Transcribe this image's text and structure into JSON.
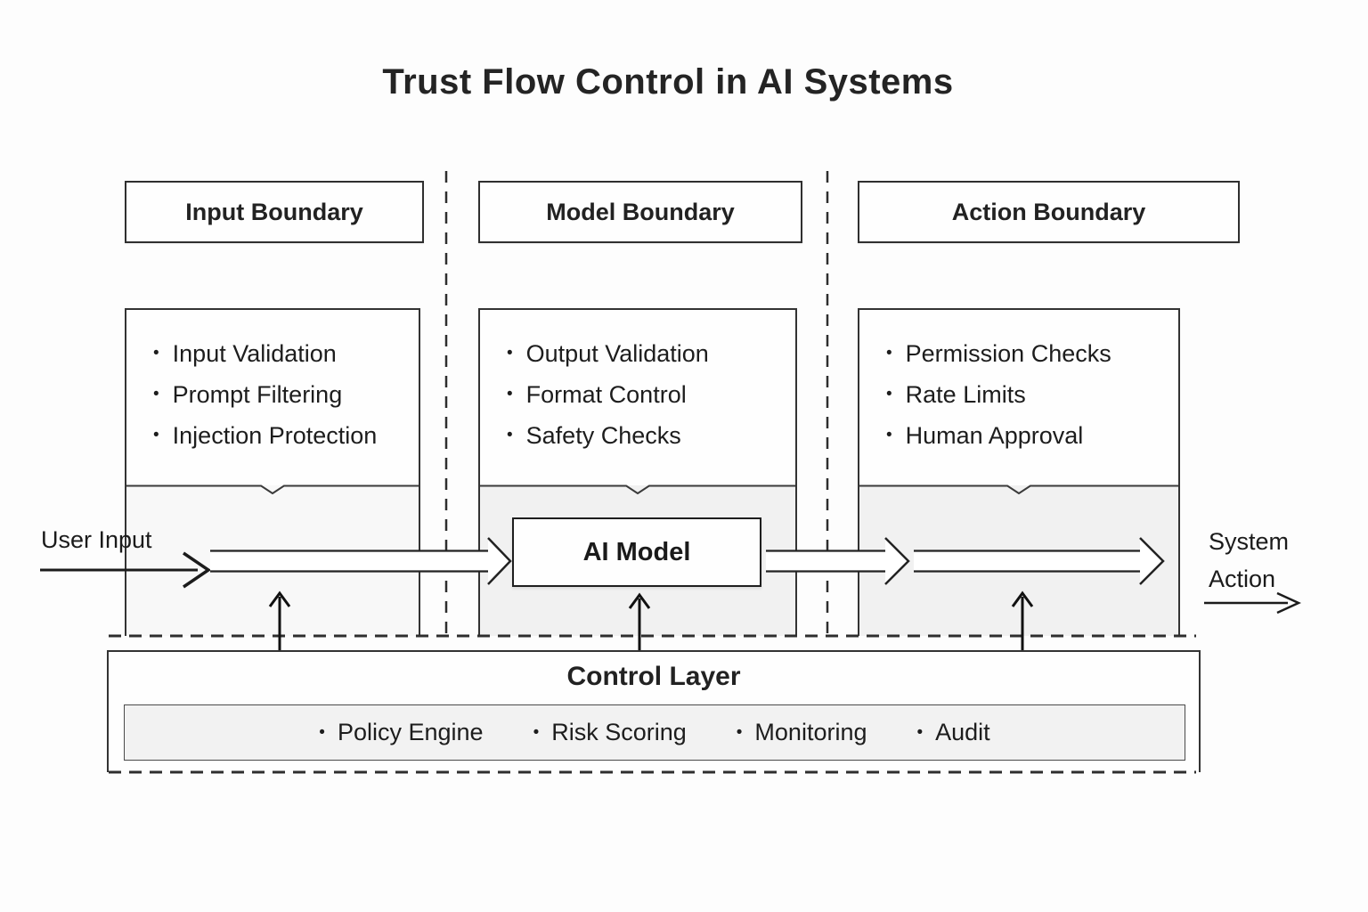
{
  "title": "Trust Flow Control in AI Systems",
  "ui": {
    "bullet": "•"
  },
  "columns": [
    {
      "header": "Input Boundary",
      "items": [
        "Input Validation",
        "Prompt Filtering",
        "Injection Protection"
      ]
    },
    {
      "header": "Model Boundary",
      "items": [
        "Output Validation",
        "Format Control",
        "Safety Checks"
      ]
    },
    {
      "header": "Action Boundary",
      "items": [
        "Permission Checks",
        "Rate Limits",
        "Human Approval"
      ]
    }
  ],
  "flow": {
    "input_label": "User Input",
    "model_label": "AI Model",
    "output_label": "System Action"
  },
  "control_layer": {
    "title": "Control Layer",
    "items": [
      "Policy Engine",
      "Risk Scoring",
      "Monitoring",
      "Audit"
    ]
  },
  "colors": {
    "ink": "#1f1f1f",
    "border": "#333333",
    "panel_fill": "#f1f1f1",
    "control_fill": "#f2f2f2",
    "background": "#fdfdfd"
  }
}
